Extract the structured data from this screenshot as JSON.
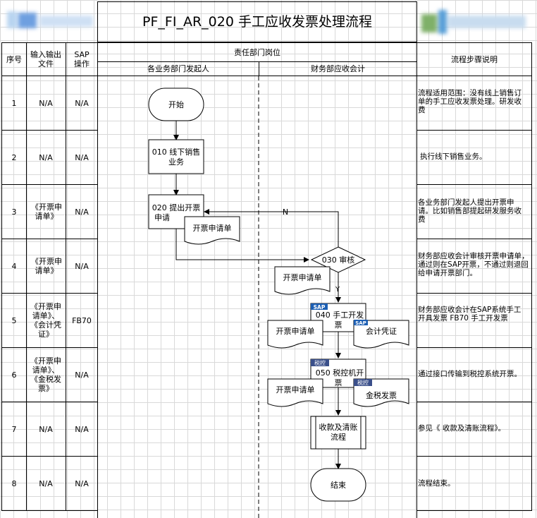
{
  "header": {
    "title": "PF_FI_AR_020 手工应收发票处理流程"
  },
  "columns": {
    "seq": "序号",
    "io": "输入输出文件",
    "sap": "SAP操作",
    "responsibility": "责任部门岗位",
    "lane1": "各业务部门发起人",
    "lane2": "财务部应收会计",
    "desc": "流程步骤说明"
  },
  "rows": [
    {
      "no": "1",
      "io": "N/A",
      "sap": "N/A",
      "desc": "流程适用范围：没有线上销售订单的手工应收发票处理。研发收费"
    },
    {
      "no": "2",
      "io": "N/A",
      "sap": "N/A",
      "desc": "执行线下销售业务。"
    },
    {
      "no": "3",
      "io": "《开票申请单》",
      "sap": "N/A",
      "desc": "各业务部门发起人提出开票申请。比如销售部提起研发服务收费"
    },
    {
      "no": "4",
      "io": "《开票申请单》",
      "sap": "N/A",
      "desc": "财务部应收会计审核开票申请单，通过则在SAP开票，不通过则退回给申请开票部门。"
    },
    {
      "no": "5",
      "io": "《开票申请单》、《会计凭证》",
      "sap": "FB70",
      "desc": "财务部应收会计在SAP系统手工开具发票 FB70 手工开发票"
    },
    {
      "no": "6",
      "io": "《开票申请单》、《金税发票》",
      "sap": "N/A",
      "desc": "通过接口传输到税控系统开票。"
    },
    {
      "no": "7",
      "io": "N/A",
      "sap": "N/A",
      "desc": "参见《 收款及清账流程》。"
    },
    {
      "no": "8",
      "io": "N/A",
      "sap": "N/A",
      "desc": "流程结束。"
    }
  ],
  "flow": {
    "start": "开始",
    "step010": "010 线下销售业务",
    "step020": "020 提出开票申请",
    "doc_request": "开票申请单",
    "step030": "030 审核",
    "label_n": "N",
    "label_y": "Y",
    "tag_sap": "SAP",
    "step040": "040 手工开发票",
    "doc_voucher": "会计凭证",
    "tag_tax": "税控",
    "step050": "050 税控机开票",
    "doc_gold_tax": "金税发票",
    "sub_process": "收款及清账流程",
    "end": "结束"
  },
  "colors": {
    "tag_blue": "#3a4f8a",
    "sap_blue": "#1d5fb3",
    "grid": "#d9d9d9",
    "logo_green": "#7fb069",
    "logo_blue": "#4a7fd0"
  }
}
